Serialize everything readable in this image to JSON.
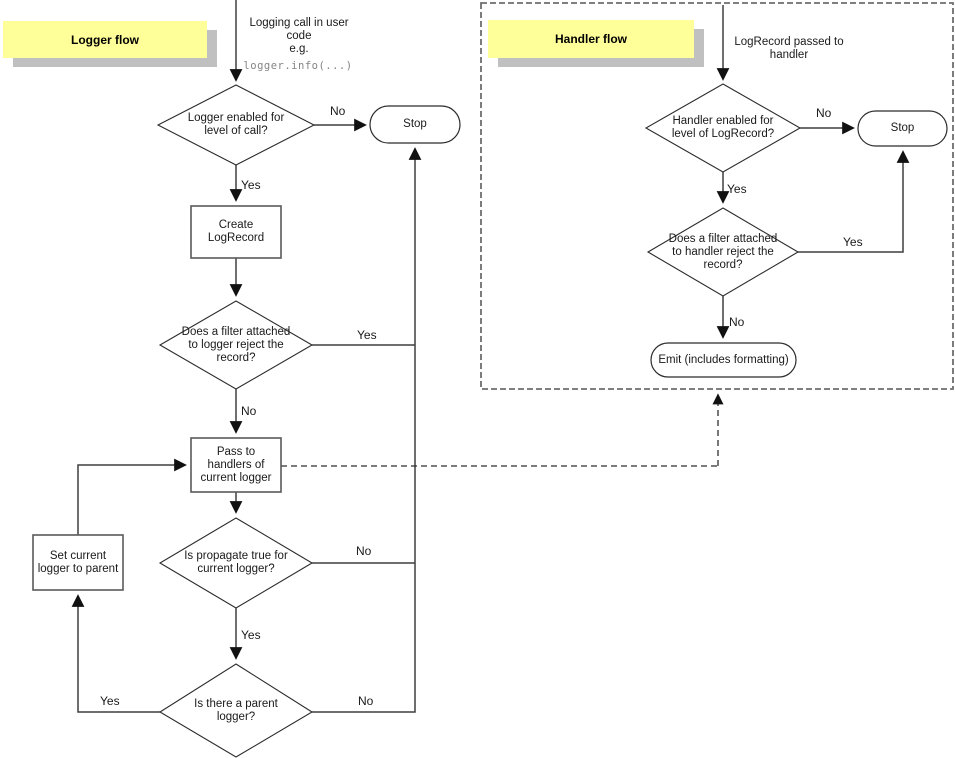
{
  "colors": {
    "note_fill": "#ffff99",
    "note_shadow": "#c0c0c0",
    "line": "#3f3f3f",
    "code_text": "#858585"
  },
  "logger_flow": {
    "title": "Logger flow",
    "entry_text": "Logging call in user\ncode\ne.g.",
    "entry_code": "logger.info(...)",
    "nodes": {
      "enabled_check": "Logger enabled for\nlevel of call?",
      "stop": "Stop",
      "create_logrecord": "Create\nLogRecord",
      "filter_check": "Does a filter attached\nto logger reject the\nrecord?",
      "pass_to_handlers": "Pass to\nhandlers of\ncurrent logger",
      "propagate_check": "Is propagate true for\ncurrent logger?",
      "parent_check": "Is there a parent\nlogger?",
      "set_current_logger": "Set current\nlogger to parent"
    },
    "edges": {
      "enabled_no": "No",
      "enabled_yes": "Yes",
      "filter_yes": "Yes",
      "filter_no": "No",
      "propagate_no": "No",
      "propagate_yes": "Yes",
      "parent_yes": "Yes",
      "parent_no": "No"
    }
  },
  "handler_flow": {
    "title": "Handler flow",
    "entry_text": "LogRecord passed to\nhandler",
    "nodes": {
      "enabled_check": "Handler enabled for\nlevel of LogRecord?",
      "stop": "Stop",
      "filter_check": "Does a filter attached\nto handler reject the\nrecord?",
      "emit": "Emit (includes formatting)"
    },
    "edges": {
      "enabled_no": "No",
      "enabled_yes": "Yes",
      "filter_yes": "Yes",
      "filter_no": "No"
    }
  }
}
